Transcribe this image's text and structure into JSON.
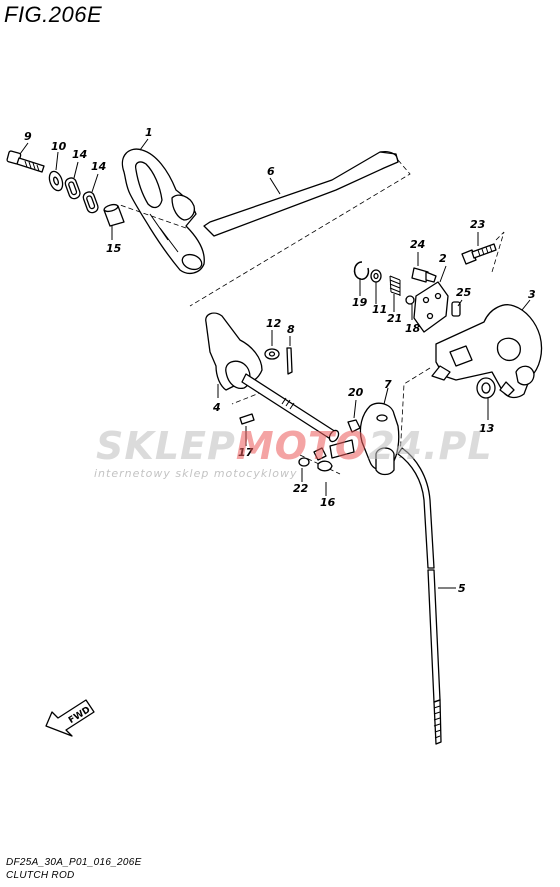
{
  "figure": {
    "title": "FIG.206E",
    "caption_code": "DF25A_30A_P01_016_206E",
    "caption_name": "CLUTCH ROD"
  },
  "watermark": {
    "brand_left": "SKLEP",
    "brand_mid": "MOTO",
    "brand_right": "24.PL",
    "tagline": "internetowy sklep motocyklowy",
    "accent_color": "#e85a5a"
  },
  "direction_marker": {
    "label": "FWD"
  },
  "parts": [
    {
      "num": "1"
    },
    {
      "num": "2"
    },
    {
      "num": "3"
    },
    {
      "num": "4"
    },
    {
      "num": "5"
    },
    {
      "num": "6"
    },
    {
      "num": "7"
    },
    {
      "num": "8"
    },
    {
      "num": "9"
    },
    {
      "num": "10"
    },
    {
      "num": "11"
    },
    {
      "num": "12"
    },
    {
      "num": "13"
    },
    {
      "num": "14"
    },
    {
      "num": "14"
    },
    {
      "num": "15"
    },
    {
      "num": "16"
    },
    {
      "num": "17"
    },
    {
      "num": "18"
    },
    {
      "num": "19"
    },
    {
      "num": "20"
    },
    {
      "num": "21"
    },
    {
      "num": "22"
    },
    {
      "num": "23"
    },
    {
      "num": "24"
    },
    {
      "num": "25"
    }
  ]
}
